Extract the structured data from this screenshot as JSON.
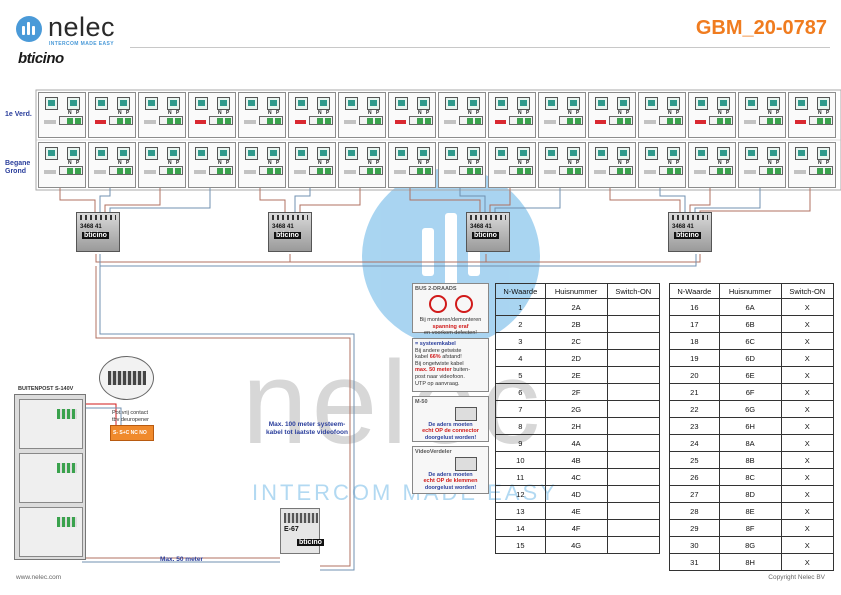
{
  "header": {
    "brand_name": "nelec",
    "brand_tagline": "INTERCOM MADE EASY",
    "sub_brand": "bticino",
    "doc_code": "GBM_20-0787"
  },
  "watermark": {
    "word": "nelec",
    "tagline": "INTERCOM MADE EASY"
  },
  "floors": {
    "upper": "1e Verd.",
    "ground_line1": "Begane",
    "ground_line2": "Grond"
  },
  "terminal_labels": {
    "n": "N",
    "p": "P"
  },
  "distributors": [
    {
      "code": "3468 41",
      "brand": "bticino"
    },
    {
      "code": "3468 41",
      "brand": "bticino"
    },
    {
      "code": "3468 41",
      "brand": "bticino"
    },
    {
      "code": "3468 41",
      "brand": "bticino"
    }
  ],
  "notes": {
    "bus_title": "BUS 2-DRAADS",
    "bus_warn_1": "Bij monteren/demonteren",
    "bus_warn_2": "spanning eraf",
    "bus_warn_3": "en voorkom defecten!",
    "sys_title": "= systeemkabel",
    "sys_1": "Bij andere getwiste",
    "sys_2": "kabel",
    "sys_2b": "66%",
    "sys_2c": "afstand!",
    "sys_3": "Bij ongetwiste kabel",
    "sys_4": "max. 50 meter",
    "sys_4b": "buiten-",
    "sys_5": "post naar videofoon.",
    "sys_6": "UTP op aanvraag.",
    "m50_title": "M-50",
    "m50_1": "De aders moeten",
    "m50_2": "echt OP de connector",
    "m50_3": "doorgelust worden!",
    "vv_title": "VideoVerdeler",
    "vv_1": "De aders moeten",
    "vv_2": "echt OP de klemmen",
    "vv_3": "doorgelust worden!"
  },
  "hardware": {
    "outdoor_title": "BUITENPOST S-140V",
    "contact_1": "Pot.vrij contact",
    "contact_2": "tbv deuropener",
    "contact_terms": "S- S+C NC NO",
    "psu_label": "E-67",
    "psu_brand": "bticino",
    "max100_1": "Max. 100 meter systeem-",
    "max100_2": "kabel tot laatste videofoon",
    "max50": "Max. 50 meter"
  },
  "table_left": {
    "headers": [
      "N-Waarde",
      "Huisnummer",
      "Switch-ON"
    ],
    "rows": [
      [
        "1",
        "2A",
        ""
      ],
      [
        "2",
        "2B",
        ""
      ],
      [
        "3",
        "2C",
        ""
      ],
      [
        "4",
        "2D",
        ""
      ],
      [
        "5",
        "2E",
        ""
      ],
      [
        "6",
        "2F",
        ""
      ],
      [
        "7",
        "2G",
        ""
      ],
      [
        "8",
        "2H",
        ""
      ],
      [
        "9",
        "4A",
        ""
      ],
      [
        "10",
        "4B",
        ""
      ],
      [
        "11",
        "4C",
        ""
      ],
      [
        "12",
        "4D",
        ""
      ],
      [
        "13",
        "4E",
        ""
      ],
      [
        "14",
        "4F",
        ""
      ],
      [
        "15",
        "4G",
        ""
      ]
    ]
  },
  "table_right": {
    "headers": [
      "N-Waarde",
      "Huisnummer",
      "Switch-ON"
    ],
    "rows": [
      [
        "16",
        "6A",
        "X"
      ],
      [
        "17",
        "6B",
        "X"
      ],
      [
        "18",
        "6C",
        "X"
      ],
      [
        "19",
        "6D",
        "X"
      ],
      [
        "20",
        "6E",
        "X"
      ],
      [
        "21",
        "6F",
        "X"
      ],
      [
        "22",
        "6G",
        "X"
      ],
      [
        "23",
        "6H",
        "X"
      ],
      [
        "24",
        "8A",
        "X"
      ],
      [
        "25",
        "8B",
        "X"
      ],
      [
        "26",
        "8C",
        "X"
      ],
      [
        "27",
        "8D",
        "X"
      ],
      [
        "28",
        "8E",
        "X"
      ],
      [
        "29",
        "8F",
        "X"
      ],
      [
        "30",
        "8G",
        "X"
      ],
      [
        "31",
        "8H",
        "X"
      ]
    ]
  },
  "footer": {
    "url": "www.nelec.com",
    "copyright": "Copyright Nelec BV"
  }
}
